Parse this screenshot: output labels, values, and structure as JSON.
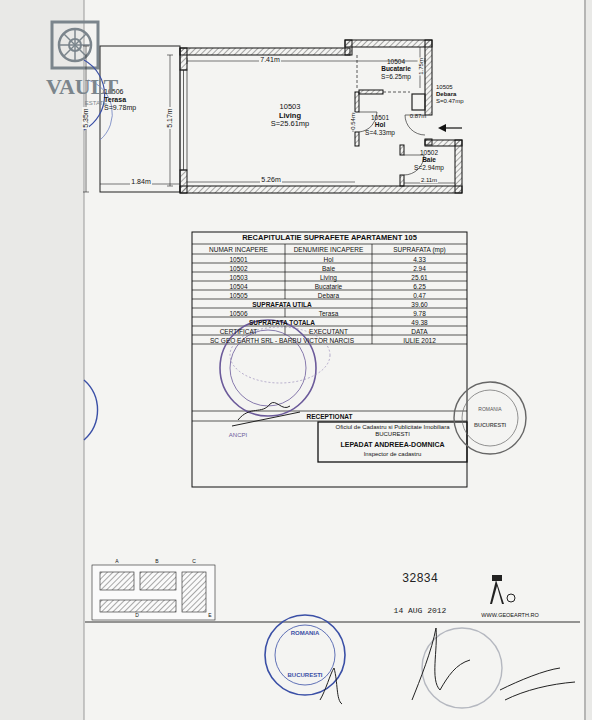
{
  "diagram": {
    "nodes": [
      {
        "text": [
          "10506",
          "Terasa",
          "S=9.78mp"
        ]
      },
      {
        "text": [
          "10503",
          "Living",
          "S=25.61mp"
        ]
      },
      {
        "text": [
          "10504",
          "Bucatarie",
          "S=6.25mp"
        ]
      },
      {
        "text": [
          "10501",
          "Hol",
          "S=4.33mp"
        ]
      },
      {
        "text": [
          "10505",
          "Debara",
          "S=0.47mp"
        ]
      },
      {
        "text": [
          "10502",
          "Baie",
          "S=2.94mp"
        ]
      }
    ],
    "labels": [
      "VAULT",
      "ESTATE",
      "7.41m",
      "1.75m",
      "5.35m",
      "5.17m",
      "0.54m",
      "0.87m",
      "1.84m",
      "5.26m",
      "2.11m",
      "RECAPITULATIE SUPRAFETE APARTAMENT 105",
      "NUMAR INCAPERE",
      "DENUMIRE INCAPERE",
      "SUPRAFATA (mp)",
      "10501",
      "Hol",
      "4.33",
      "10502",
      "Baie",
      "2.94",
      "10503",
      "Living",
      "25.61",
      "10504",
      "Bucatarie",
      "6.25",
      "10505",
      "Debara",
      "0.47",
      "SUPRAFATA UTILA",
      "39.60",
      "10506",
      "Terasa",
      "9.78",
      "SUPRAFATA TOTALA",
      "49.38",
      "CERTIFICAT",
      "EXECUTANT",
      "DATA",
      "SC GEO EARTH SRL - BARBU VICTOR NARCIS",
      "IULIE 2012",
      "RECEPTIONAT",
      "Oficiul de Cadastru si Publicitate Imobiliara BUCURESTI",
      "LEPADAT ANDREEA-DOMNICA",
      "Inspector de cadastru",
      "ANCPI",
      "ROMANIA",
      "BUCURESTI",
      "32834",
      "14 AUG 2012",
      "WWW.GEOEARTH.RO",
      "ROMANIA",
      "BUCURESTI",
      "A",
      "B",
      "C",
      "D",
      "E"
    ]
  }
}
